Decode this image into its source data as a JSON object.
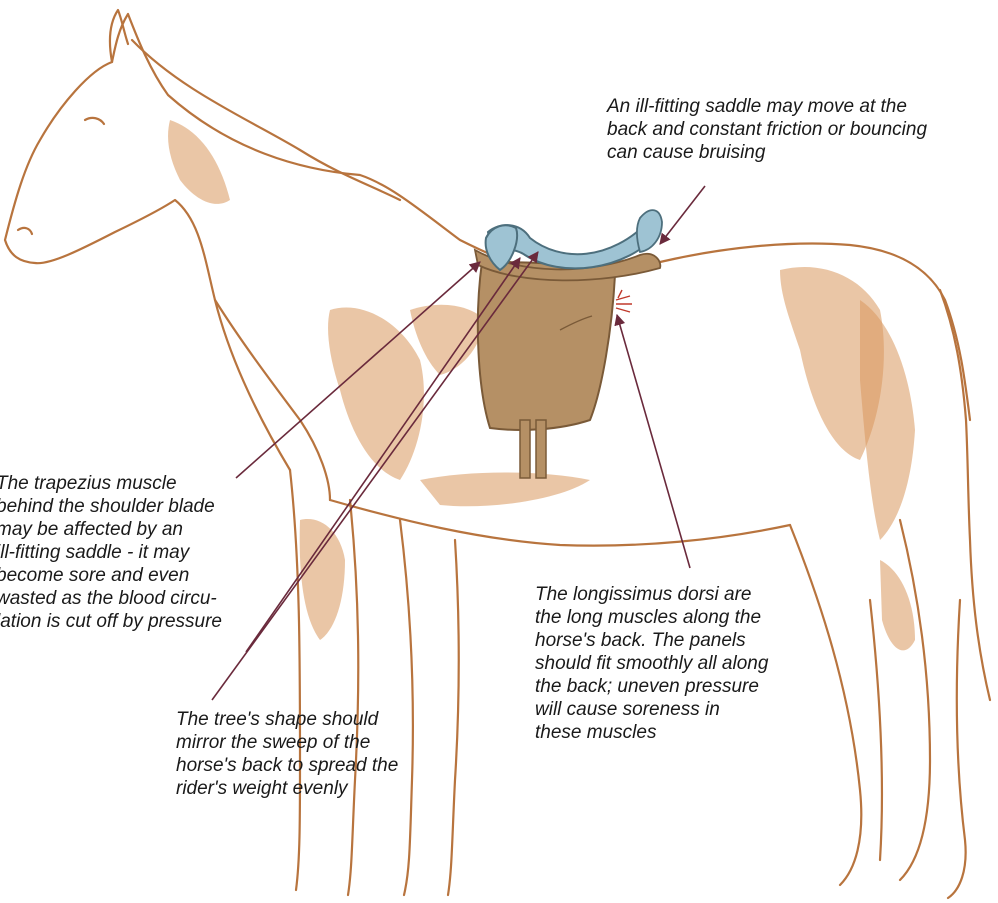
{
  "annotations": {
    "bruising": "An ill-fitting saddle may move at the\nback and constant friction or bouncing\ncan cause bruising",
    "trapezius": "The trapezius muscle\nbehind the shoulder blade\nmay be affected by an\nill-fitting saddle - it may\nbecome sore and even\nwasted as the blood circu-\nlation is cut off by pressure",
    "longissimus": "The longissimus dorsi are\nthe long muscles along the\nhorse's back. The panels\nshould fit smoothly all along\nthe back; uneven pressure\nwill cause soreness in\nthese muscles",
    "tree": "The tree's shape should\nmirror the sweep of the\nhorse's back to spread the\nrider's weight evenly"
  },
  "colors": {
    "outline": "#b8743e",
    "muscle": "#d9975c",
    "saddle": "#b59065",
    "saddle_edge": "#7a5a38",
    "tree": "#9ec3d3",
    "arrow": "#6a2a3c",
    "text": "#1a1a1a"
  }
}
